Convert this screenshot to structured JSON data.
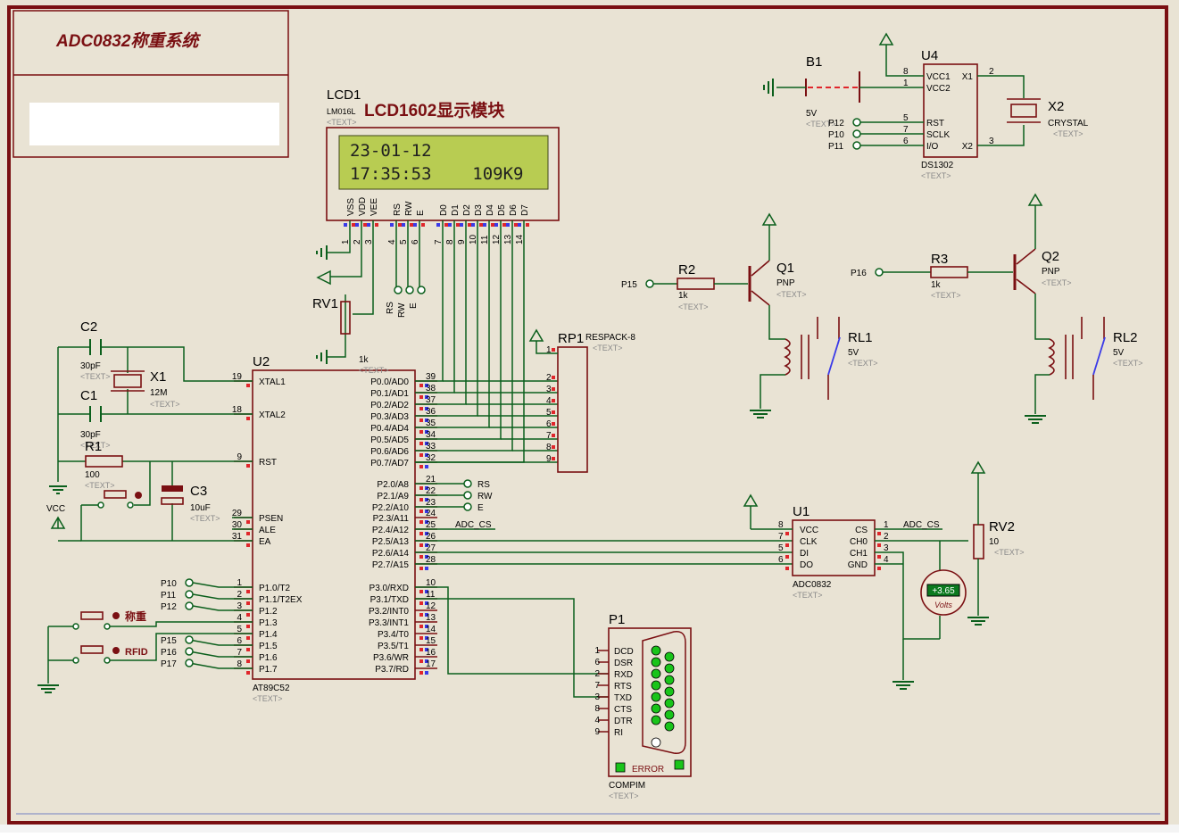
{
  "title_block": {
    "title": "ADC0832称重系统"
  },
  "lcd": {
    "ref": "LCD1",
    "part": "LM016L",
    "caption": "LCD1602显示模块",
    "line1": "23-01-12",
    "line2": "17:35:53    109K9",
    "pins": [
      "VSS",
      "VDD",
      "VEE",
      "RS",
      "RW",
      "E",
      "D0",
      "D1",
      "D2",
      "D3",
      "D4",
      "D5",
      "D6",
      "D7"
    ],
    "pin_numbers": [
      "1",
      "2",
      "3",
      "4",
      "5",
      "6",
      "7",
      "8",
      "9",
      "10",
      "11",
      "12",
      "13",
      "14"
    ]
  },
  "mcu": {
    "ref": "U2",
    "part": "AT89C52",
    "text": "<TEXT>",
    "left_pins": [
      {
        "num": "19",
        "name": "XTAL1"
      },
      {
        "num": "18",
        "name": "XTAL2"
      },
      {
        "num": "9",
        "name": "RST"
      },
      {
        "num": "29",
        "name": "PSEN"
      },
      {
        "num": "30",
        "name": "ALE"
      },
      {
        "num": "31",
        "name": "EA"
      },
      {
        "num": "1",
        "name": "P1.0/T2"
      },
      {
        "num": "2",
        "name": "P1.1/T2EX"
      },
      {
        "num": "3",
        "name": "P1.2"
      },
      {
        "num": "4",
        "name": "P1.3"
      },
      {
        "num": "5",
        "name": "P1.4"
      },
      {
        "num": "6",
        "name": "P1.5"
      },
      {
        "num": "7",
        "name": "P1.6"
      },
      {
        "num": "8",
        "name": "P1.7"
      }
    ],
    "right_pins": [
      {
        "num": "39",
        "name": "P0.0/AD0"
      },
      {
        "num": "38",
        "name": "P0.1/AD1"
      },
      {
        "num": "37",
        "name": "P0.2/AD2"
      },
      {
        "num": "36",
        "name": "P0.3/AD3"
      },
      {
        "num": "35",
        "name": "P0.4/AD4"
      },
      {
        "num": "34",
        "name": "P0.5/AD5"
      },
      {
        "num": "33",
        "name": "P0.6/AD6"
      },
      {
        "num": "32",
        "name": "P0.7/AD7"
      },
      {
        "num": "21",
        "name": "P2.0/A8"
      },
      {
        "num": "22",
        "name": "P2.1/A9"
      },
      {
        "num": "23",
        "name": "P2.2/A10"
      },
      {
        "num": "24",
        "name": "P2.3/A11"
      },
      {
        "num": "25",
        "name": "P2.4/A12"
      },
      {
        "num": "26",
        "name": "P2.5/A13"
      },
      {
        "num": "27",
        "name": "P2.6/A14"
      },
      {
        "num": "28",
        "name": "P2.7/A15"
      },
      {
        "num": "10",
        "name": "P3.0/RXD"
      },
      {
        "num": "11",
        "name": "P3.1/TXD"
      },
      {
        "num": "12",
        "name": "P3.2/INT0"
      },
      {
        "num": "13",
        "name": "P3.3/INT1"
      },
      {
        "num": "14",
        "name": "P3.4/T0"
      },
      {
        "num": "15",
        "name": "P3.5/T1"
      },
      {
        "num": "16",
        "name": "P3.6/WR"
      },
      {
        "num": "17",
        "name": "P3.7/RD"
      }
    ]
  },
  "labels": {
    "text_tag": "<TEXT>",
    "rs": "RS",
    "rw": "RW",
    "e": "E",
    "adc_cs": "ADC_CS",
    "vcc": "VCC",
    "p10": "P10",
    "p11": "P11",
    "p12": "P12",
    "p15": "P15",
    "p16": "P16",
    "p17": "P17",
    "p15b": "P15",
    "p16b": "P16",
    "key_weigh": "称重",
    "key_rfid": "RFID"
  },
  "parts": {
    "c2": {
      "ref": "C2",
      "value": "30pF"
    },
    "c1": {
      "ref": "C1",
      "value": "30pF"
    },
    "x1": {
      "ref": "X1",
      "value": "12M"
    },
    "r1": {
      "ref": "R1",
      "value": "100"
    },
    "c3": {
      "ref": "C3",
      "value": "10uF"
    },
    "rv1": {
      "ref": "RV1",
      "value": "1k"
    },
    "rp1": {
      "ref": "RP1",
      "value": "RESPACK-8"
    },
    "r2": {
      "ref": "R2",
      "value": "1k"
    },
    "q1": {
      "ref": "Q1",
      "value": "PNP"
    },
    "rl1": {
      "ref": "RL1",
      "value": "5V"
    },
    "r3": {
      "ref": "R3",
      "value": "1k"
    },
    "q2": {
      "ref": "Q2",
      "value": "PNP"
    },
    "rl2": {
      "ref": "RL2",
      "value": "5V"
    },
    "b1": {
      "ref": "B1",
      "value": "5V"
    },
    "u4": {
      "ref": "U4",
      "value": "DS1302",
      "pins_left": [
        "VCC1",
        "VCC2",
        "RST",
        "SCLK",
        "I/O"
      ],
      "pins_right": [
        "X1",
        "X2"
      ],
      "nums_left": [
        "8",
        "1",
        "5",
        "7",
        "6"
      ],
      "nums_right": [
        "2",
        "3"
      ],
      "p12": "P12",
      "p10": "P10",
      "p11": "P11"
    },
    "x2": {
      "ref": "X2",
      "value": "CRYSTAL"
    },
    "u1": {
      "ref": "U1",
      "value": "ADC0832",
      "pins_left": [
        "VCC",
        "CLK",
        "DI",
        "DO"
      ],
      "pins_right": [
        "CS",
        "CH0",
        "CH1",
        "GND"
      ],
      "nums_left": [
        "8",
        "7",
        "5",
        "6"
      ],
      "nums_right": [
        "1",
        "2",
        "3",
        "4"
      ]
    },
    "rv2": {
      "ref": "RV2",
      "value": "10"
    },
    "voltmeter": {
      "reading": "+3.65",
      "unit": "Volts"
    },
    "p1": {
      "ref": "P1",
      "value": "COMPIM",
      "pins": [
        "DCD",
        "DSR",
        "RXD",
        "RTS",
        "TXD",
        "CTS",
        "DTR",
        "RI"
      ],
      "nums": [
        "1",
        "6",
        "2",
        "7",
        "3",
        "8",
        "4",
        "9"
      ],
      "error": "ERROR"
    }
  },
  "colors": {
    "sheet": "#e9e3d4",
    "frame": "#7a0f12",
    "wire": "#0b5f1c",
    "lcd_screen": "#b8cc52",
    "pad_red": "#e0262b",
    "pad_blue": "#3a3ae8"
  }
}
